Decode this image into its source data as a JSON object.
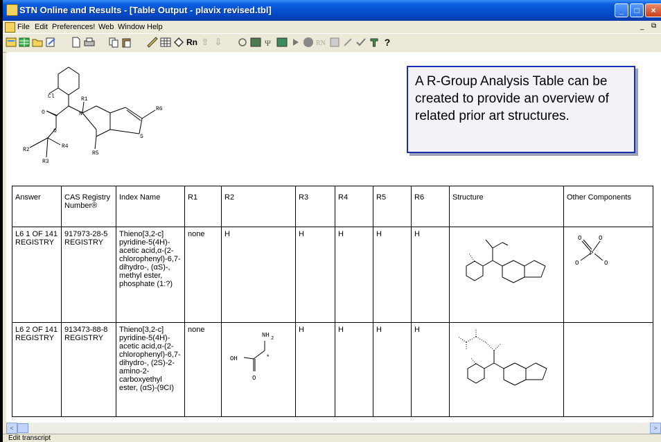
{
  "window": {
    "title": "STN Online and Results - [Table Output - plavix revised.tbl]",
    "controls": {
      "minimize": "_",
      "maximize": "□",
      "close": "×"
    }
  },
  "menu": {
    "items": [
      "File",
      "Edit",
      "Preferences!",
      "Web",
      "Window",
      "Help"
    ],
    "mdi_min": "_",
    "mdi_restore": "⧉"
  },
  "toolbar": {
    "buttons": [
      "open",
      "table",
      "folder",
      "edit",
      "new",
      "print",
      "copy",
      "paste",
      "ruler",
      "grid",
      "tag",
      "R-group",
      "up",
      "down",
      "query",
      "image",
      "script",
      "export",
      "play",
      "sbk",
      "rn",
      "calc",
      "pen",
      "check",
      "tools",
      "help"
    ],
    "r_label": "Rn",
    "help_label": "?"
  },
  "query_structure": {
    "labels": [
      "Cl",
      "O",
      "O",
      "N",
      "R1",
      "R6",
      "S",
      "R2",
      "R3",
      "R4",
      "R5"
    ]
  },
  "callout": {
    "text": "A R-Group Analysis Table can be created to provide an overview of related prior art structures."
  },
  "table": {
    "headers": [
      "Answer",
      "CAS Registry Number®",
      "Index Name",
      "R1",
      "R2",
      "R3",
      "R4",
      "R5",
      "R6",
      "Structure",
      "Other Components"
    ],
    "rows": [
      {
        "answer": "L6 1 OF 141 REGISTRY",
        "cas": "917973-28-5 REGISTRY",
        "index_name": "Thieno[3,2-c] pyridine-5(4H)-acetic acid,α-(2-chlorophenyl)-6,7-dihydro-, (αS)-, methyl ester, phosphate (1:?)",
        "r1": "none",
        "r2": "H",
        "r3": "H",
        "r4": "H",
        "r5": "H",
        "r6": "H",
        "other_labels": {
          "o1": "O",
          "o2": "O",
          "p": "P",
          "o3": "O",
          "o4": "O"
        }
      },
      {
        "answer": "L6 2 OF 141 REGISTRY",
        "cas": "913473-88-8 REGISTRY",
        "index_name": "Thieno[3,2-c] pyridine-5(4H)-acetic acid,α-(2-chlorophenyl)-6,7-dihydro-, (2S)-2-amino-2-carboxyethyl ester, (αS)-(9CI)",
        "r1": "none",
        "r2_labels": {
          "nh": "NH",
          "sub": "2",
          "oh": "OH",
          "o": "O",
          "star": "*"
        },
        "r3": "H",
        "r4": "H",
        "r5": "H",
        "r6": "H"
      }
    ]
  },
  "scrollbar": {
    "left": "<",
    "right": ">"
  },
  "statusbar": {
    "text": "Edit transcript"
  }
}
